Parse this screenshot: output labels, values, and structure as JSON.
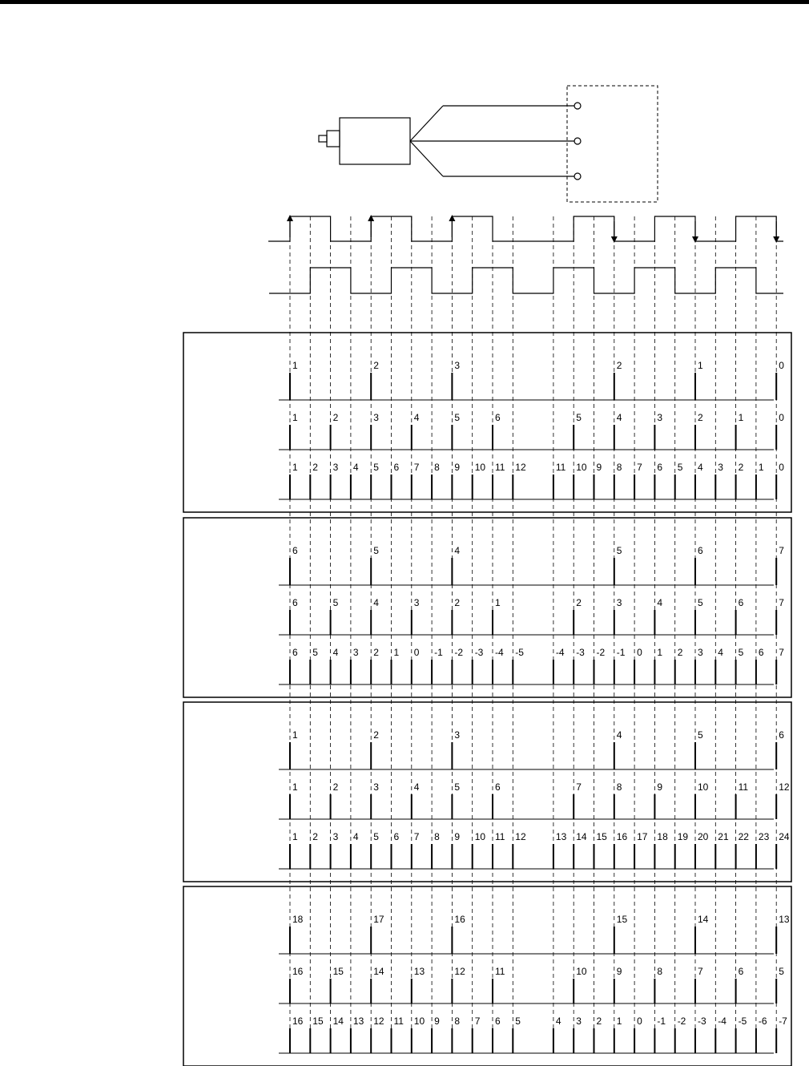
{
  "diagram": {
    "type": "encoder-quadrature-counting-timing",
    "groups": [
      {
        "rows": [
          [
            "1",
            "",
            "",
            "",
            "2",
            "",
            "",
            "",
            "3",
            "",
            "",
            "",
            "",
            "",
            "",
            "",
            "2",
            "",
            "",
            "",
            "1",
            "",
            "",
            "",
            "0"
          ],
          [
            "1",
            "",
            "2",
            "",
            "3",
            "",
            "4",
            "",
            "5",
            "",
            "6",
            "",
            "",
            "",
            "5",
            "",
            "4",
            "",
            "3",
            "",
            "2",
            "",
            "1",
            "",
            "0"
          ],
          [
            "1",
            "2",
            "3",
            "4",
            "5",
            "6",
            "7",
            "8",
            "9",
            "10",
            "11",
            "12",
            "",
            "11",
            "10",
            "9",
            "8",
            "7",
            "6",
            "5",
            "4",
            "3",
            "2",
            "1",
            "0"
          ]
        ]
      },
      {
        "rows": [
          [
            "6",
            "",
            "",
            "",
            "5",
            "",
            "",
            "",
            "4",
            "",
            "",
            "",
            "",
            "",
            "",
            "",
            "5",
            "",
            "",
            "",
            "6",
            "",
            "",
            "",
            "7"
          ],
          [
            "6",
            "",
            "5",
            "",
            "4",
            "",
            "3",
            "",
            "2",
            "",
            "1",
            "",
            "",
            "",
            "2",
            "",
            "3",
            "",
            "4",
            "",
            "5",
            "",
            "6",
            "",
            "7"
          ],
          [
            "6",
            "5",
            "4",
            "3",
            "2",
            "1",
            "0",
            "-1",
            "-2",
            "-3",
            "-4",
            "-5",
            "",
            "-4",
            "-3",
            "-2",
            "-1",
            "0",
            "1",
            "2",
            "3",
            "4",
            "5",
            "6",
            "7"
          ]
        ]
      },
      {
        "rows": [
          [
            "1",
            "",
            "",
            "",
            "2",
            "",
            "",
            "",
            "3",
            "",
            "",
            "",
            "",
            "",
            "",
            "",
            "4",
            "",
            "",
            "",
            "5",
            "",
            "",
            "",
            "6"
          ],
          [
            "1",
            "",
            "2",
            "",
            "3",
            "",
            "4",
            "",
            "5",
            "",
            "6",
            "",
            "",
            "",
            "7",
            "",
            "8",
            "",
            "9",
            "",
            "10",
            "",
            "11",
            "",
            "12"
          ],
          [
            "1",
            "2",
            "3",
            "4",
            "5",
            "6",
            "7",
            "8",
            "9",
            "10",
            "11",
            "12",
            "",
            "13",
            "14",
            "15",
            "16",
            "17",
            "18",
            "19",
            "20",
            "21",
            "22",
            "23",
            "24"
          ]
        ]
      },
      {
        "rows": [
          [
            "18",
            "",
            "",
            "",
            "17",
            "",
            "",
            "",
            "16",
            "",
            "",
            "",
            "",
            "",
            "",
            "",
            "15",
            "",
            "",
            "",
            "14",
            "",
            "",
            "",
            "13"
          ],
          [
            "16",
            "",
            "15",
            "",
            "14",
            "",
            "13",
            "",
            "12",
            "",
            "11",
            "",
            "",
            "",
            "10",
            "",
            "9",
            "",
            "8",
            "",
            "7",
            "",
            "6",
            "",
            "5"
          ],
          [
            "16",
            "15",
            "14",
            "13",
            "12",
            "11",
            "10",
            "9",
            "8",
            "7",
            "6",
            "5",
            "",
            "4",
            "3",
            "2",
            "1",
            "0",
            "-1",
            "-2",
            "-3",
            "-4",
            "-5",
            "-6",
            "-7"
          ]
        ]
      }
    ]
  }
}
